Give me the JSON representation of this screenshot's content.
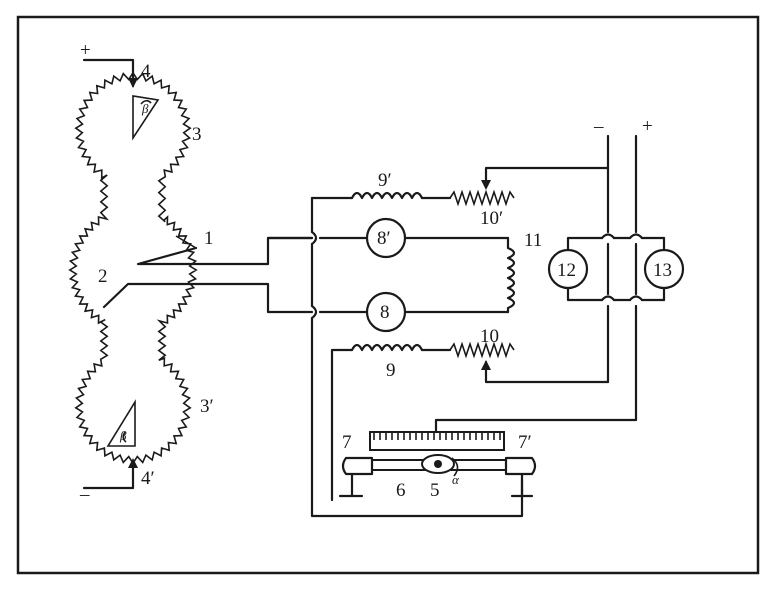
{
  "labels": {
    "plus_left": "+",
    "minus_left": "–",
    "minus_right": "–",
    "plus_right": "+",
    "c4": "4",
    "c4p": "4′",
    "c3": "3",
    "c3p": "3′",
    "c1": "1",
    "c2": "2",
    "beta_top": "β",
    "beta_bottom": "β",
    "c9p": "9′",
    "c10p": "10′",
    "c8p": "8′",
    "c8": "8",
    "c11": "11",
    "c12": "12",
    "c13": "13",
    "c9": "9",
    "c10": "10",
    "c7": "7",
    "c7p": "7′",
    "c6": "6",
    "c5": "5",
    "alpha": "α"
  }
}
